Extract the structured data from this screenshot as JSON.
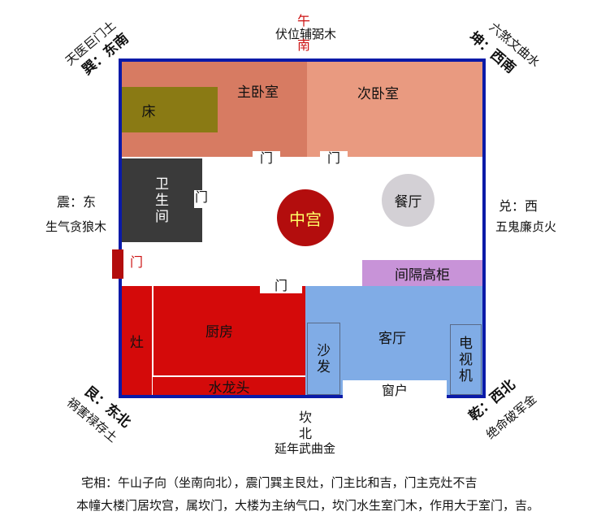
{
  "colors": {
    "outer_border": "#0a1aa8",
    "master_bedroom": "#d77b62",
    "second_bedroom": "#e99a80",
    "bed": "#8a7a14",
    "bathroom": "#3a3a3a",
    "center": "#b30d0d",
    "dining": "#d3d0d5",
    "cabinet": "#c893d8",
    "kitchen": "#d40a0a",
    "living": "#80ace6",
    "east_door": "#b30d0d"
  },
  "directions": {
    "south_top": "午",
    "south_bottom": "南",
    "south_star": "伏位辅弼木",
    "ne_corner_star": "天医巨门土",
    "ne_corner_dir": "巽：东南",
    "nw_corner_star": "六煞文曲水",
    "nw_corner_dir": "坤：西南",
    "east_dir": "震：东",
    "east_star": "生气贪狼木",
    "west_dir": "兑：西",
    "west_star": "五鬼廉贞火",
    "sw_corner_dir": "艮：东北",
    "sw_corner_star": "祸害禄存土",
    "se_corner_dir": "乾：西北",
    "se_corner_star": "绝命破军金",
    "north_top": "坎",
    "north_bottom": "北",
    "north_star": "延年武曲金"
  },
  "rooms": {
    "master_bedroom": "主卧室",
    "second_bedroom": "次卧室",
    "bed": "床",
    "bathroom": [
      "卫",
      "生",
      "间"
    ],
    "center": "中宫",
    "dining": "餐厅",
    "cabinet": "间隔高柜",
    "stove": "灶",
    "kitchen": "厨房",
    "faucet": "水龙头",
    "sofa": [
      "沙",
      "发"
    ],
    "living": "客厅",
    "tv": [
      "电",
      "视",
      "机"
    ],
    "window": "窗户"
  },
  "doors": {
    "door_label": "门"
  },
  "notes": {
    "line1": "宅相：午山子向（坐南向北），震门巽主艮灶，门主比和吉，门主克灶不吉",
    "line2": "本幢大楼门居坎宫，属坎门，大楼为主纳气口，坎门水生室门木，作用大于室门，吉。"
  }
}
